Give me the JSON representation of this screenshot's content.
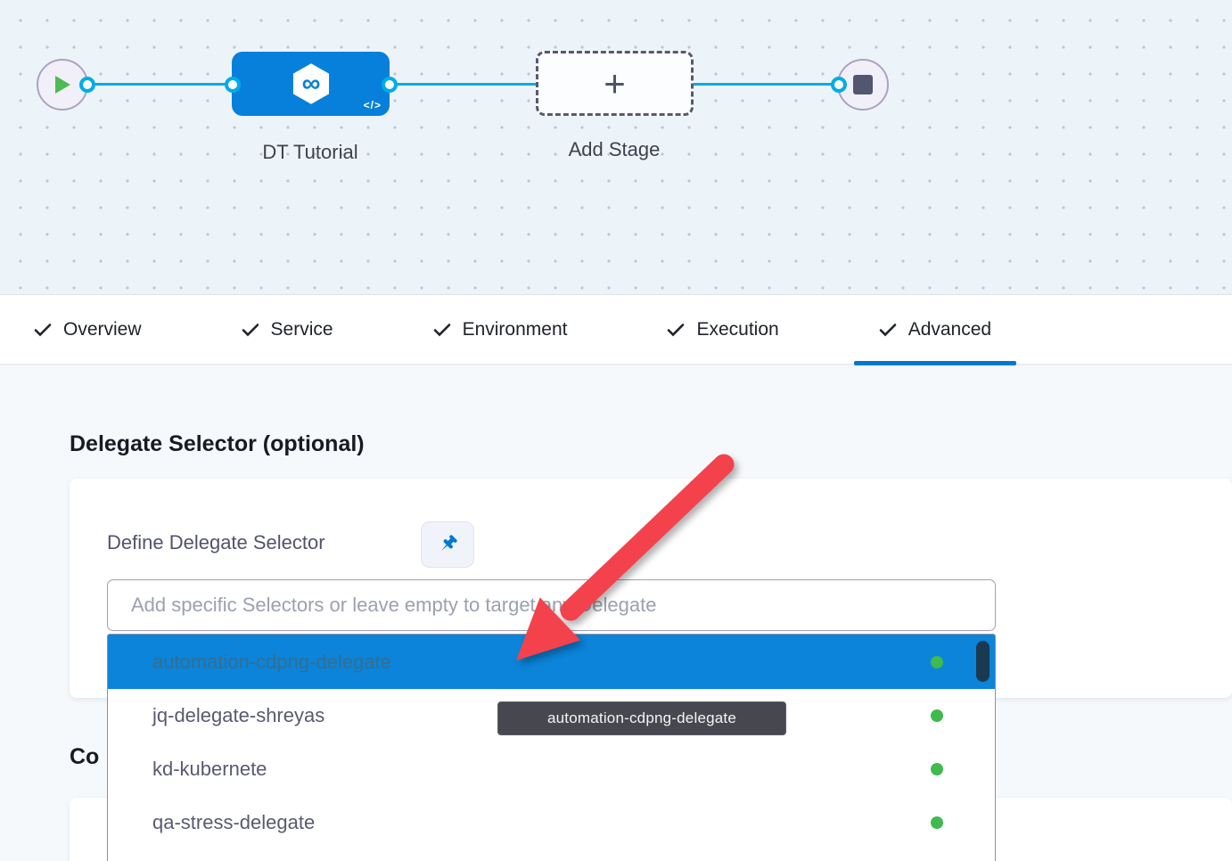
{
  "canvas": {
    "stage_label": "DT Tutorial",
    "add_stage_label": "Add Stage",
    "add_stage_plus": "+",
    "stage_icon_char": "∞",
    "code_icon_char": "</>"
  },
  "tabs": [
    {
      "label": "Overview",
      "active": false
    },
    {
      "label": "Service",
      "active": false
    },
    {
      "label": "Environment",
      "active": false
    },
    {
      "label": "Execution",
      "active": false
    },
    {
      "label": "Advanced",
      "active": true
    }
  ],
  "advanced": {
    "delegate_section_title": "Delegate Selector (optional)",
    "define_delegate_label": "Define Delegate Selector",
    "selector_placeholder": "Add specific Selectors or leave empty to target any Delegate",
    "next_section_title_partial": "Co",
    "tooltip_text": "automation-cdpng-delegate",
    "delegates": [
      {
        "name": "automation-cdpng-delegate",
        "status": "connected",
        "highlighted": true
      },
      {
        "name": "jq-delegate-shreyas",
        "status": "connected",
        "highlighted": false
      },
      {
        "name": "kd-kubernete",
        "status": "connected",
        "highlighted": false
      },
      {
        "name": "qa-stress-delegate",
        "status": "connected",
        "highlighted": false
      }
    ]
  },
  "colors": {
    "accent_blue": "#0278d5",
    "edge_blue": "#00ade4",
    "node_blue": "#0680da",
    "highlight_row_blue": "#0b84da",
    "status_green": "#3fba4e",
    "arrow_red": "#f4424d",
    "tooltip_bg": "#47484f"
  }
}
